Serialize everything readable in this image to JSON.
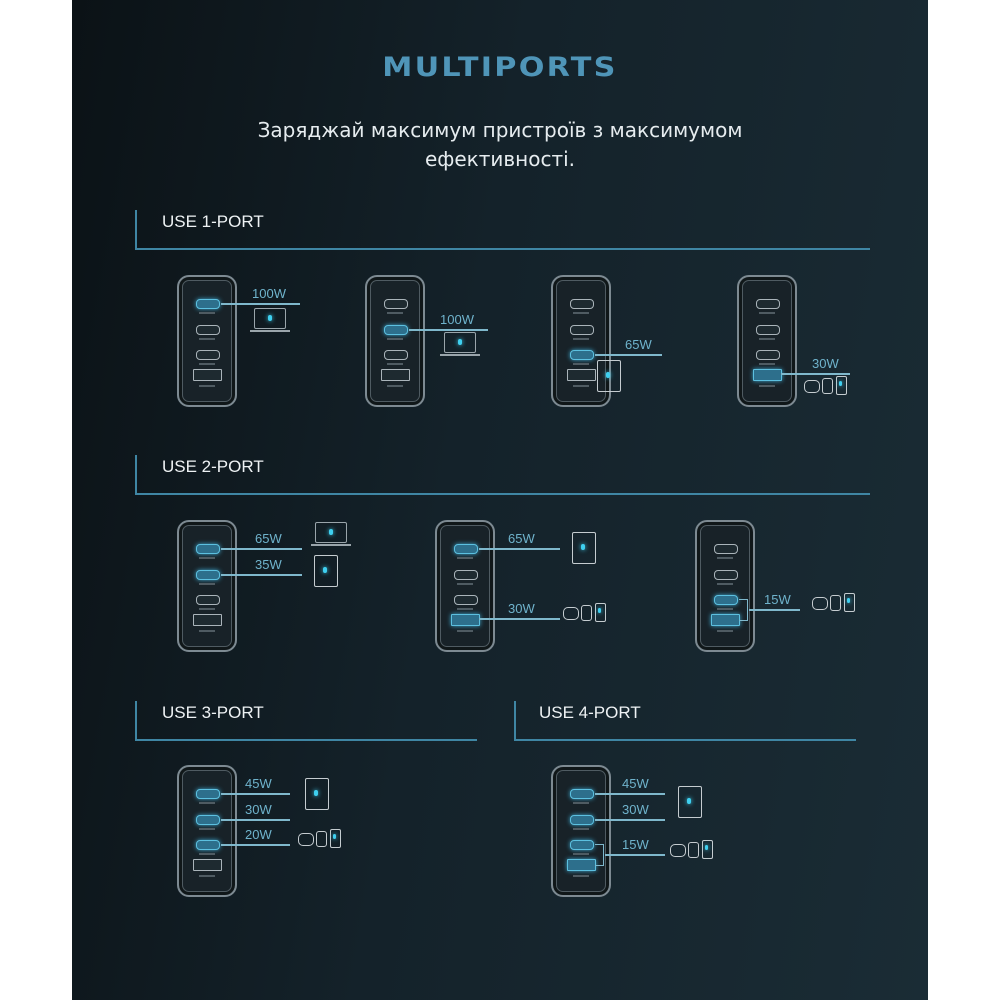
{
  "title": "MULTIPORTS",
  "subtitle_line1": "Заряджай максимум пристроїв з максимумом",
  "subtitle_line2": "ефективності.",
  "sections": [
    {
      "label": "USE 1-PORT"
    },
    {
      "label": "USE 2-PORT"
    },
    {
      "label": "USE 3-PORT"
    },
    {
      "label": "USE 4-PORT"
    }
  ],
  "accent_color": "#4f95b8",
  "scenarios": [
    {
      "section": "USE 1-PORT",
      "outputs": [
        {
          "ports": [
            "C1"
          ],
          "watts": "100W",
          "device": "laptop"
        }
      ]
    },
    {
      "section": "USE 1-PORT",
      "outputs": [
        {
          "ports": [
            "C2"
          ],
          "watts": "100W",
          "device": "laptop"
        }
      ]
    },
    {
      "section": "USE 1-PORT",
      "outputs": [
        {
          "ports": [
            "C3"
          ],
          "watts": "65W",
          "device": "tablet"
        }
      ]
    },
    {
      "section": "USE 1-PORT",
      "outputs": [
        {
          "ports": [
            "A"
          ],
          "watts": "30W",
          "device": "small-devices"
        }
      ]
    },
    {
      "section": "USE 2-PORT",
      "outputs": [
        {
          "ports": [
            "C1"
          ],
          "watts": "65W",
          "device": "laptop"
        },
        {
          "ports": [
            "C2"
          ],
          "watts": "35W",
          "device": "tablet"
        }
      ]
    },
    {
      "section": "USE 2-PORT",
      "outputs": [
        {
          "ports": [
            "C1"
          ],
          "watts": "65W",
          "device": "tablet"
        },
        {
          "ports": [
            "A"
          ],
          "watts": "30W",
          "device": "small-devices"
        }
      ]
    },
    {
      "section": "USE 2-PORT",
      "outputs": [
        {
          "ports": [
            "C3",
            "A"
          ],
          "watts": "15W",
          "device": "small-devices"
        }
      ]
    },
    {
      "section": "USE 3-PORT",
      "outputs": [
        {
          "ports": [
            "C1"
          ],
          "watts": "45W",
          "device": "tablet"
        },
        {
          "ports": [
            "C2"
          ],
          "watts": "30W",
          "device": "tablet"
        },
        {
          "ports": [
            "C3"
          ],
          "watts": "20W",
          "device": "small-devices"
        }
      ]
    },
    {
      "section": "USE 4-PORT",
      "outputs": [
        {
          "ports": [
            "C1"
          ],
          "watts": "45W",
          "device": "tablet"
        },
        {
          "ports": [
            "C2"
          ],
          "watts": "30W",
          "device": "tablet"
        },
        {
          "ports": [
            "C3",
            "A"
          ],
          "watts": "15W",
          "device": "small-devices"
        }
      ]
    }
  ]
}
